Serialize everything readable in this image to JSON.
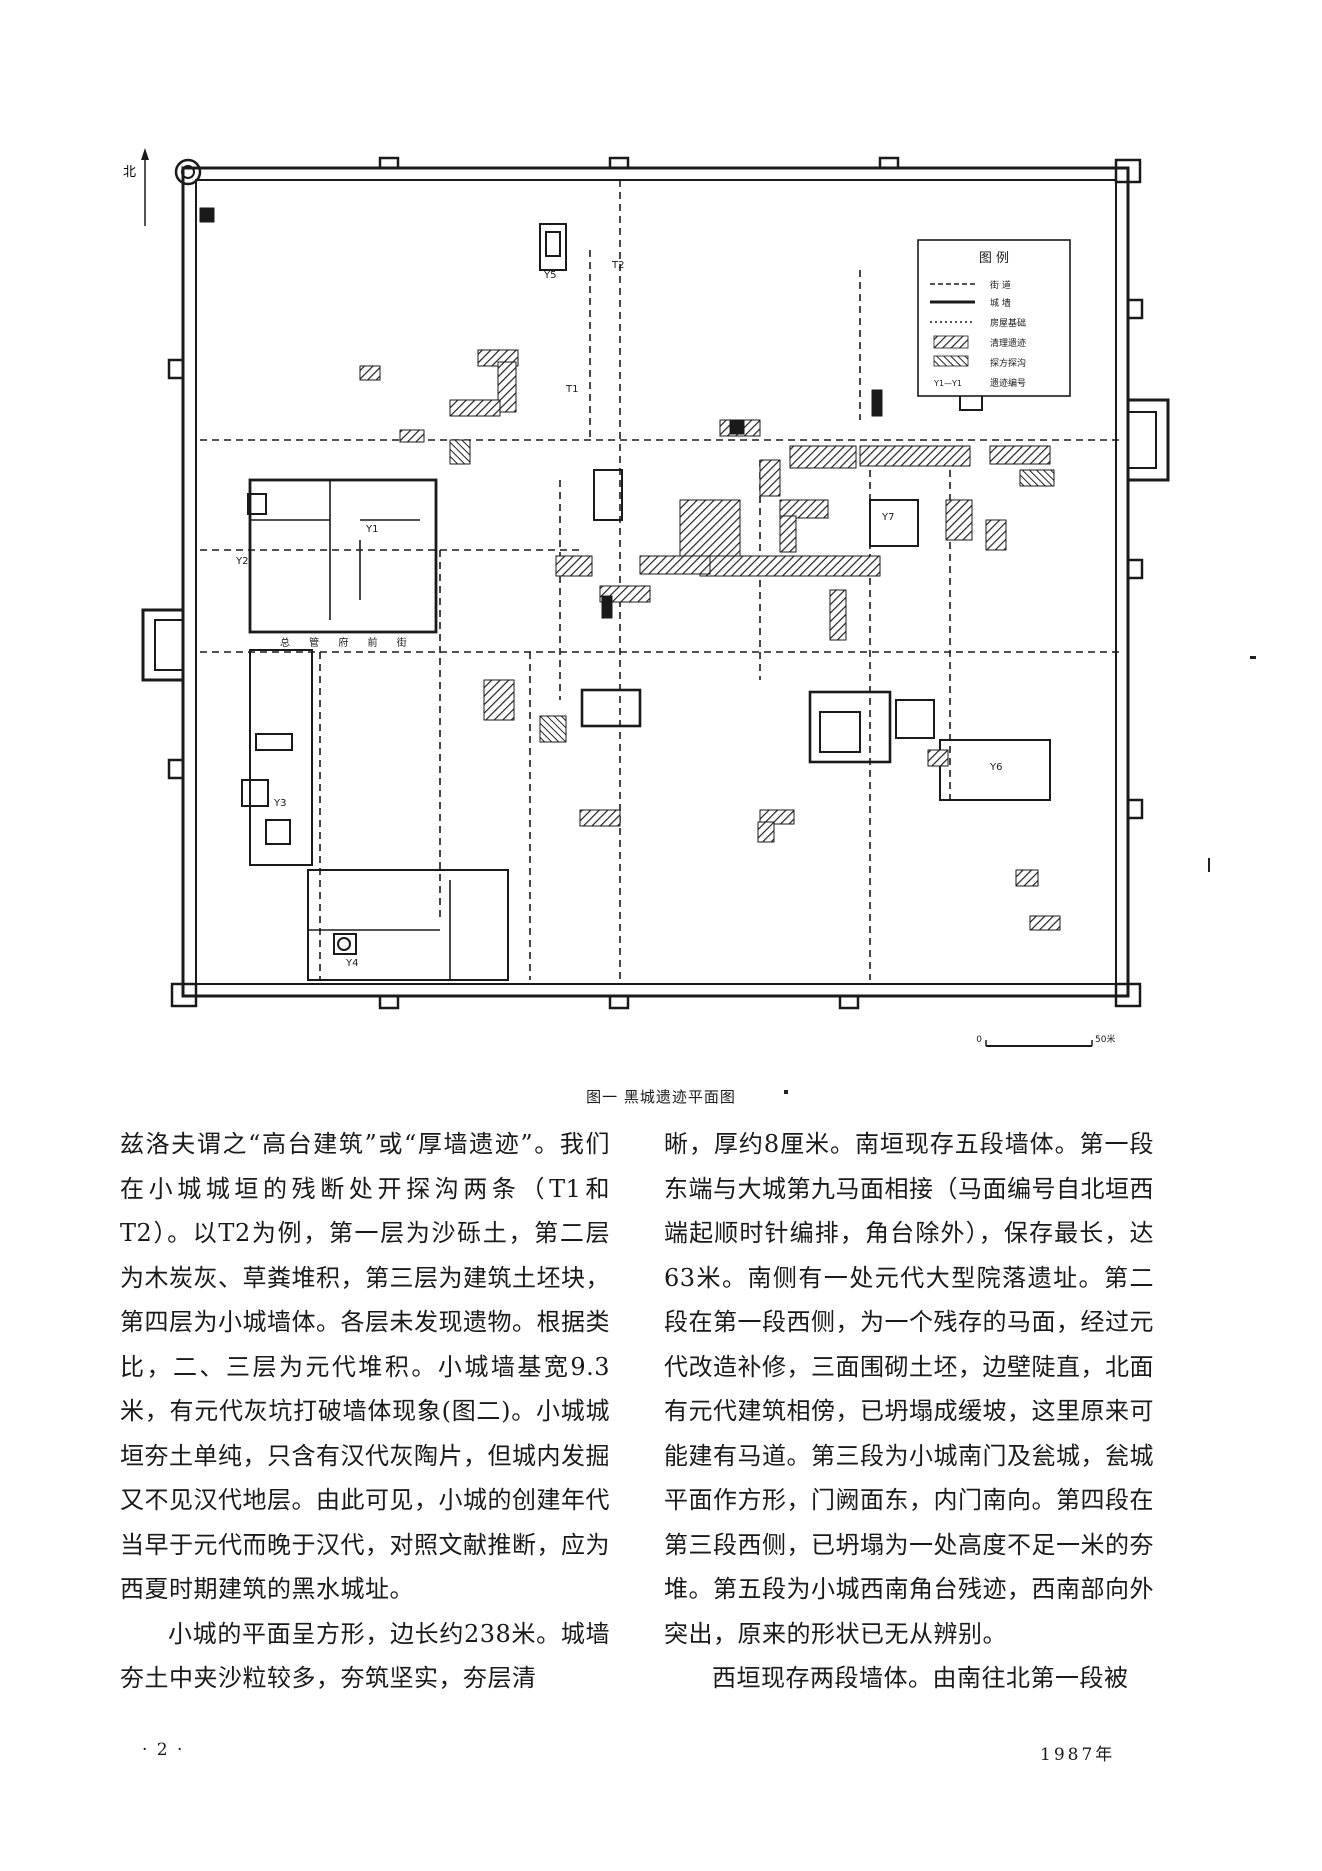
{
  "figure": {
    "north_label": "北",
    "legend_title": "图 例",
    "legend_items": [
      "街 道",
      "城 墙",
      "房屋基础",
      "清理遗迹",
      "探方探沟",
      "遗迹编号"
    ],
    "legend_code": "Y1—Y1",
    "site_labels": [
      "Y1",
      "Y2",
      "Y3",
      "Y4",
      "Y5",
      "Y6",
      "Y7",
      "T1",
      "T2"
    ],
    "street_label": "总 管 府 前 街",
    "scale_start": "0",
    "scale_end": "50米",
    "caption": "图一 黑城遗迹平面图"
  },
  "body": {
    "left_column": [
      "兹洛夫谓之“高台建筑”或“厚墙遗迹”。我们在小城城垣的残断处开探沟两条（T1和T2）。以T2为例，第一层为沙砾土，第二层为木炭灰、草粪堆积，第三层为建筑土坯块，第四层为小城墙体。各层未发现遗物。根据类比，二、三层为元代堆积。小城墙基宽9.3米，有元代灰坑打破墙体现象(图二)。小城城垣夯土单纯，只含有汉代灰陶片，但城内发掘又不见汉代地层。由此可见，小城的创建年代当早于元代而晚于汉代，对照文献推断，应为西夏时期建筑的黑水城址。",
      "小城的平面呈方形，边长约238米。城墙夯土中夹沙粒较多，夯筑坚实，夯层清"
    ],
    "right_column": [
      "晰，厚约8厘米。南垣现存五段墙体。第一段东端与大城第九马面相接（马面编号自北垣西端起顺时针编排，角台除外），保存最长，达63米。南侧有一处元代大型院落遗址。第二段在第一段西侧，为一个残存的马面，经过元代改造补修，三面围砌土坯，边壁陡直，北面有元代建筑相傍，已坍塌成缓坡，这里原来可能建有马道。第三段为小城南门及瓮城，瓮城平面作方形，门阙面东，内门南向。第四段在第三段西侧，已坍塌为一处高度不足一米的夯堆。第五段为小城西南角台残迹，西南部向外突出，原来的形状已无从辨别。",
      "西垣现存两段墙体。由南往北第一段被"
    ]
  },
  "footer": {
    "page_number": "· 2 ·",
    "year": "1987年"
  },
  "colors": {
    "ink": "#1a1a1a",
    "paper": "#ffffff"
  }
}
